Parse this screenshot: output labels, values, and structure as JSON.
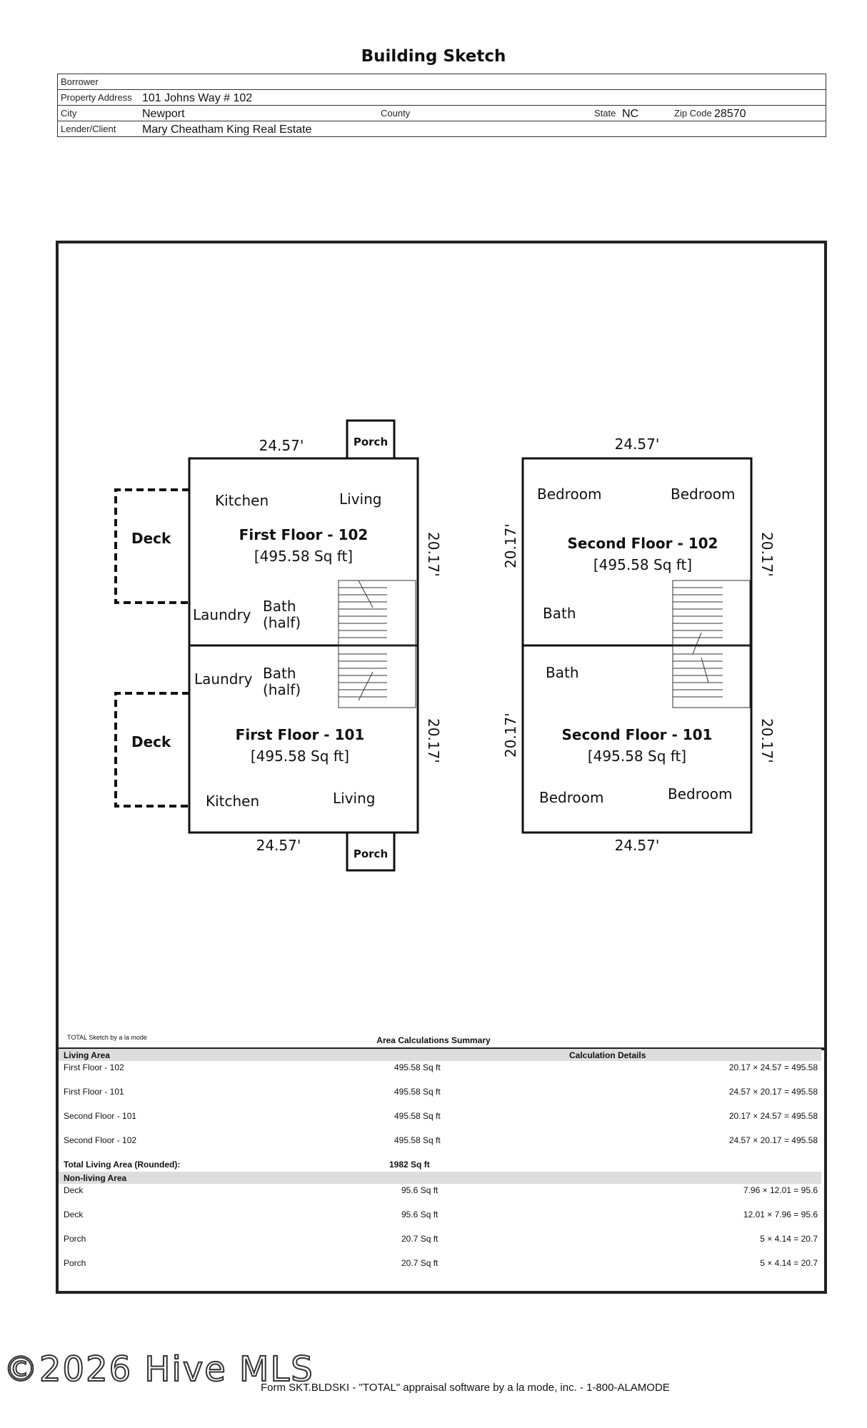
{
  "title": "Building Sketch",
  "header": {
    "borrower_label": "Borrower",
    "address_label": "Property Address",
    "address": "101 Johns Way # 102",
    "city_label": "City",
    "city": "Newport",
    "county_label": "County",
    "state_label": "State",
    "state": "NC",
    "zip_label": "Zip Code",
    "zip": "28570",
    "lender_label": "Lender/Client",
    "lender": "Mary Cheatham King Real Estate"
  },
  "sketch": {
    "ff102": {
      "name": "First Floor - 102",
      "area": "[495.58 Sq ft]",
      "kitchen": "Kitchen",
      "living": "Living",
      "laundry": "Laundry",
      "bath": "Bath",
      "half": "(half)",
      "dim_top": "24.57'",
      "dim_side": "20.17'"
    },
    "ff101": {
      "name": "First Floor - 101",
      "area": "[495.58 Sq ft]",
      "kitchen": "Kitchen",
      "living": "Living",
      "laundry": "Laundry",
      "bath": "Bath",
      "half": "(half)",
      "dim_bottom": "24.57'",
      "dim_side": "20.17'"
    },
    "sf102": {
      "name": "Second Floor - 102",
      "area": "[495.58 Sq ft]",
      "bedroom1": "Bedroom",
      "bedroom2": "Bedroom",
      "bath": "Bath",
      "dim_top": "24.57'",
      "dim_left": "20.17'",
      "dim_right": "20.17'"
    },
    "sf101": {
      "name": "Second Floor - 101",
      "area": "[495.58 Sq ft]",
      "bedroom1": "Bedroom",
      "bedroom2": "Bedroom",
      "bath": "Bath",
      "dim_bottom": "24.57'",
      "dim_left": "20.17'",
      "dim_right": "20.17'"
    },
    "deck": "Deck",
    "porch": "Porch"
  },
  "summary": {
    "credit": "TOTAL Sketch by a la mode",
    "title": "Area Calculations Summary",
    "living_header": "Living Area",
    "details_header": "Calculation Details",
    "living_rows": [
      {
        "name": "First Floor - 102",
        "area": "495.58 Sq ft",
        "calc": "20.17 × 24.57  =  495.58"
      },
      {
        "name": "First Floor - 101",
        "area": "495.58 Sq ft",
        "calc": "24.57 × 20.17  =  495.58"
      },
      {
        "name": "Second Floor - 101",
        "area": "495.58 Sq ft",
        "calc": "20.17 × 24.57  =  495.58"
      },
      {
        "name": "Second Floor - 102",
        "area": "495.58 Sq ft",
        "calc": "24.57 × 20.17  =  495.58"
      }
    ],
    "total_label": "Total Living Area (Rounded):",
    "total_value": "1982 Sq ft",
    "nonliving_header": "Non-living Area",
    "nonliving_rows": [
      {
        "name": "Deck",
        "area": "95.6 Sq ft",
        "calc": "7.96 × 12.01    =    95.6"
      },
      {
        "name": "Deck",
        "area": "95.6 Sq ft",
        "calc": "12.01 × 7.96    =    95.6"
      },
      {
        "name": "Porch",
        "area": "20.7 Sq ft",
        "calc": "5 × 4.14        =    20.7"
      },
      {
        "name": "Porch",
        "area": "20.7 Sq ft",
        "calc": "5 × 4.14        =    20.7"
      }
    ]
  },
  "footer": "Form SKT.BLDSKI - \"TOTAL\" appraisal software by a la mode, inc. - 1-800-ALAMODE",
  "watermark": "©2026 Hive MLS"
}
